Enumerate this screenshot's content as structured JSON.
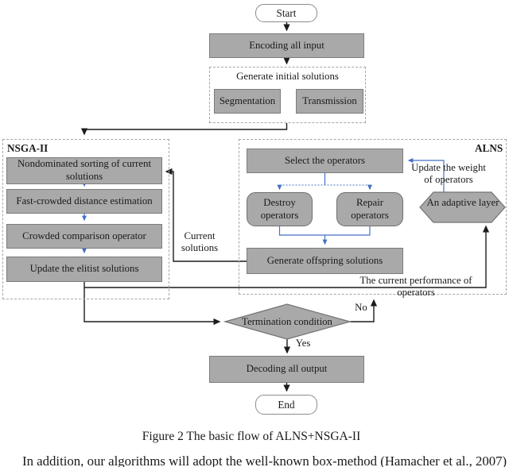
{
  "flowchart": {
    "start_label": "Start",
    "encoding_label": "Encoding all input",
    "initial_group": {
      "title": "Generate initial solutions",
      "segmentation_label": "Segmentation",
      "transmission_label": "Transmission"
    },
    "nsga2": {
      "title": "NSGA-II",
      "steps": [
        "Nondominated sorting of current solutions",
        "Fast-crowded distance estimation",
        "Crowded comparison operator",
        "Update the elitist solutions"
      ]
    },
    "alns": {
      "title": "ALNS",
      "select_label": "Select the operators",
      "destroy_label": "Destroy operators",
      "repair_label": "Repair operators",
      "generate_label": "Generate offspring solutions",
      "adaptive_label": "An adaptive layer",
      "weight_label": "Update the weight of operators",
      "performance_label": "The current performance of operators"
    },
    "current_solutions_label": "Current solutions",
    "termination_label": "Termination condition",
    "no_label": "No",
    "yes_label": "Yes",
    "decoding_label": "Decoding all output",
    "end_label": "End"
  },
  "caption": "Figure 2 The basic flow of ALNS+NSGA-II",
  "body_text": "In addition, our algorithms will adopt the well-known box-method (Hamacher et al., 2007)",
  "colors": {
    "node_fill": "#a9a9a9",
    "node_border": "#7c7c7c",
    "shape_border": "#737373",
    "connector_black": "#1c1c1c",
    "connector_blue": "#4472c4",
    "dashed_border": "#a6a6a6"
  }
}
